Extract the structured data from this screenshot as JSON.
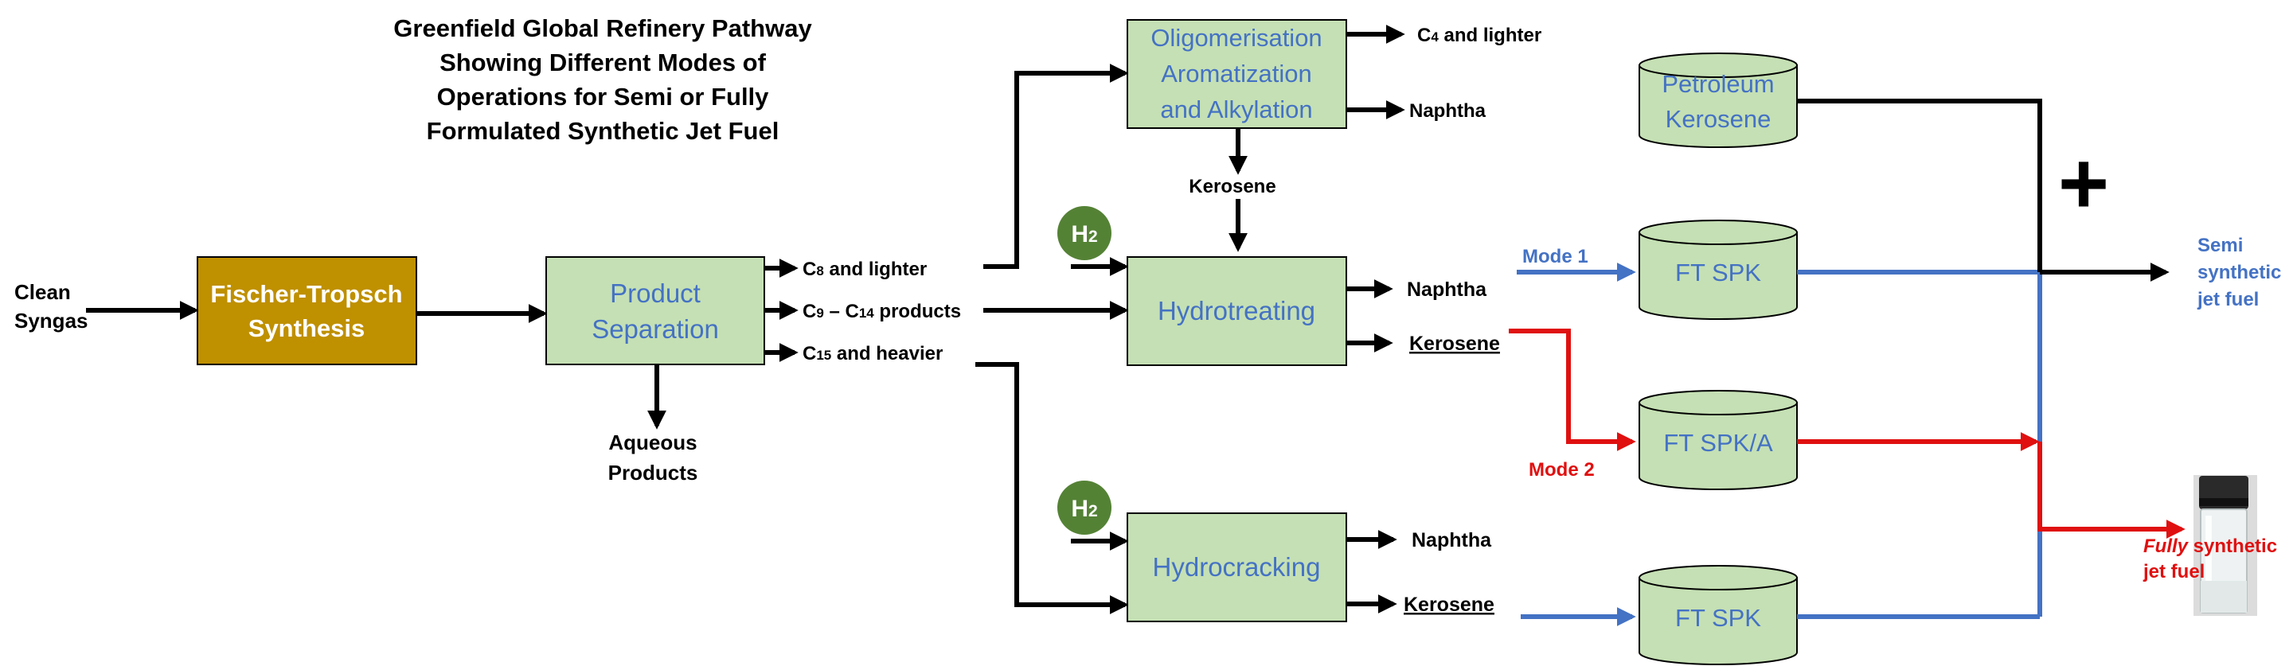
{
  "title": {
    "line1": "Greenfield Global Refinery Pathway",
    "line2": "Showing Different Modes of",
    "line3": "Operations for Semi or Fully",
    "line4": "Formulated Synthetic Jet Fuel"
  },
  "feed": {
    "line1": "Clean",
    "line2": "Syngas"
  },
  "ft_synthesis": {
    "line1": "Fischer-Tropsch",
    "line2": "Synthesis"
  },
  "product_separation": {
    "line1": "Product",
    "line2": "Separation"
  },
  "separation_outputs": {
    "c8_prefix": "C",
    "c8_sub": "8",
    "c8_suffix": " and lighter",
    "c9_prefix": "C",
    "c9_sub": "9",
    "c9_mid": " – C",
    "c14_sub": "14",
    "c9_suffix": " products",
    "c15_prefix": "C",
    "c15_sub": "15",
    "c15_suffix": " and heavier",
    "aqueous_line1": "Aqueous",
    "aqueous_line2": "Products"
  },
  "oligomerisation": {
    "line1": "Oligomerisation",
    "line2": "Aromatization",
    "line3": "and Alkylation",
    "out_c4_prefix": "C",
    "out_c4_sub": "4",
    "out_c4_suffix": " and lighter",
    "out_naphtha": "Naphtha",
    "out_kerosene": "Kerosene"
  },
  "hydrogen": {
    "prefix": "H",
    "sub": "2"
  },
  "hydrotreating": {
    "label": "Hydrotreating",
    "out_naphtha": "Naphtha",
    "out_kerosene": "Kerosene"
  },
  "hydrocracking": {
    "label": "Hydrocracking",
    "out_naphtha": "Naphtha",
    "out_kerosene": "Kerosene"
  },
  "tanks": {
    "petroleum_line1": "Petroleum",
    "petroleum_line2": "Kerosene",
    "ft_spk_1": "FT SPK",
    "ft_spk_a": "FT SPK/A",
    "ft_spk_2": "FT SPK"
  },
  "modes": {
    "mode1": "Mode 1",
    "mode2": "Mode 2"
  },
  "plus_sign": "+",
  "semi_output": {
    "line1": "Semi",
    "line2": "synthetic",
    "line3": "jet fuel"
  },
  "fully_output": {
    "italic": "Fully",
    "rest": " synthetic",
    "line2": "jet fuel"
  },
  "colors": {
    "box_fill": "#c5e0b4",
    "ft_box_fill": "#bf9000",
    "h2_fill": "#548235",
    "blue": "#4472c4",
    "red": "#e01010"
  }
}
